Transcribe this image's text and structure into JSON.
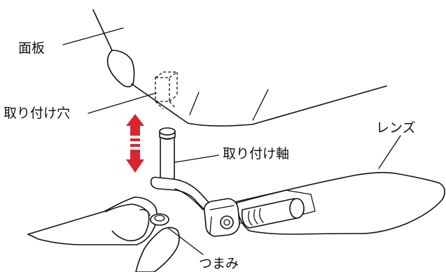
{
  "labels": {
    "panel": "面板",
    "mount_hole": "取り付け穴",
    "mount_shaft": "取り付け軸",
    "lens": "レンズ",
    "knob": "つまみ"
  },
  "colors": {
    "arrow": "#d7262e",
    "line": "#111111",
    "background": "#ffffff"
  }
}
